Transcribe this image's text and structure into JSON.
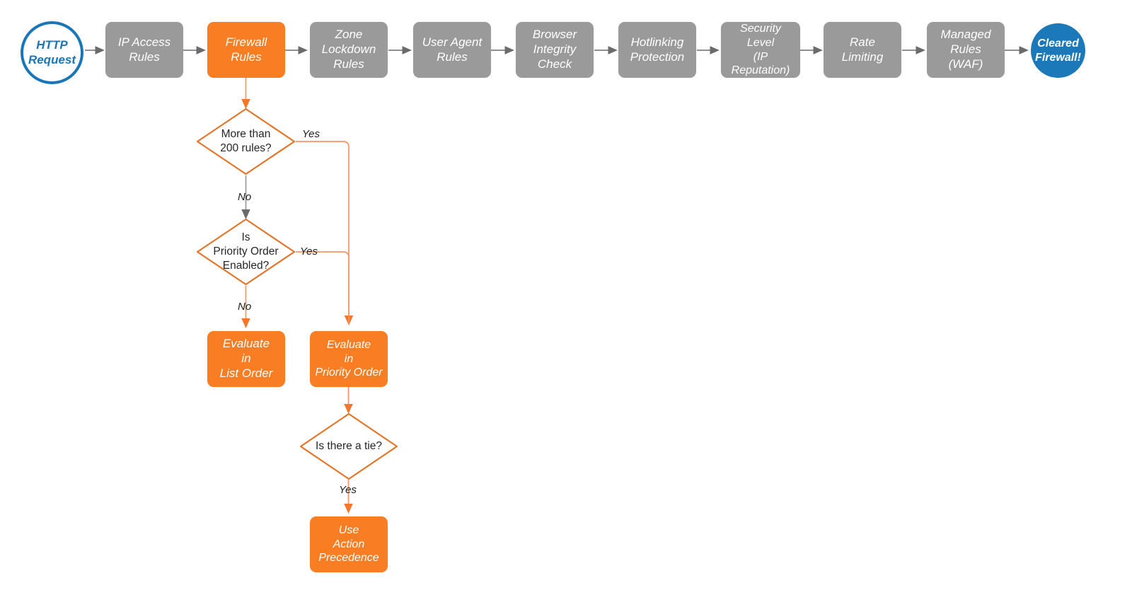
{
  "diagram": {
    "title": "Cloudflare Firewall Rules Evaluation Flow",
    "colors": {
      "gray_fill": "#9a9a9a",
      "orange_fill": "#f97d22",
      "orange_stroke": "#e2762a",
      "orange_edge": "#f79569",
      "blue_stroke": "#1b76b8",
      "blue_fill": "#1b79b9",
      "gray_edge": "#6b6b6b",
      "text_dark": "#262626",
      "text_white": "#ffffff",
      "background": "#ffffff"
    },
    "pipeline": [
      {
        "id": "http-request",
        "label": "HTTP\nRequest",
        "shape": "circle-outline",
        "style": "blue-outline"
      },
      {
        "id": "ip-access-rules",
        "label": "IP Access\nRules",
        "shape": "rounded-rect",
        "style": "gray"
      },
      {
        "id": "firewall-rules",
        "label": "Firewall\nRules",
        "shape": "rounded-rect",
        "style": "orange"
      },
      {
        "id": "zone-lockdown-rules",
        "label": "Zone\nLockdown\nRules",
        "shape": "rounded-rect",
        "style": "gray"
      },
      {
        "id": "user-agent-rules",
        "label": "User Agent\nRules",
        "shape": "rounded-rect",
        "style": "gray"
      },
      {
        "id": "browser-integrity",
        "label": "Browser\nIntegrity\nCheck",
        "shape": "rounded-rect",
        "style": "gray"
      },
      {
        "id": "hotlinking",
        "label": "Hotlinking\nProtection",
        "shape": "rounded-rect",
        "style": "gray"
      },
      {
        "id": "security-level",
        "label": "Security\nLevel\n(IP Reputation)",
        "shape": "rounded-rect",
        "style": "gray"
      },
      {
        "id": "rate-limiting",
        "label": "Rate\nLimiting",
        "shape": "rounded-rect",
        "style": "gray"
      },
      {
        "id": "managed-rules-waf",
        "label": "Managed\nRules\n(WAF)",
        "shape": "rounded-rect",
        "style": "gray"
      },
      {
        "id": "cleared-firewall",
        "label": "Cleared\nFirewall!",
        "shape": "circle-filled",
        "style": "blue-fill"
      }
    ],
    "decisions": [
      {
        "id": "more-than-200-rules",
        "label": "More than\n200 rules?"
      },
      {
        "id": "priority-order-enabled",
        "label": "Is\nPriority Order\nEnabled?"
      },
      {
        "id": "is-there-a-tie",
        "label": "Is there a tie?"
      }
    ],
    "outcomes": [
      {
        "id": "evaluate-list-order",
        "label": "Evaluate\nin\nList Order"
      },
      {
        "id": "evaluate-priority-order",
        "label": "Evaluate\nin\nPriority Order"
      },
      {
        "id": "use-action-precedence",
        "label": "Use\nAction\nPrecedence"
      }
    ],
    "edge_labels": [
      {
        "id": "yes-more-than-200",
        "text": "Yes"
      },
      {
        "id": "no-more-than-200",
        "text": "No"
      },
      {
        "id": "yes-priority-order",
        "text": "Yes"
      },
      {
        "id": "no-priority-order",
        "text": "No"
      },
      {
        "id": "yes-is-there-a-tie",
        "text": "Yes"
      }
    ]
  }
}
